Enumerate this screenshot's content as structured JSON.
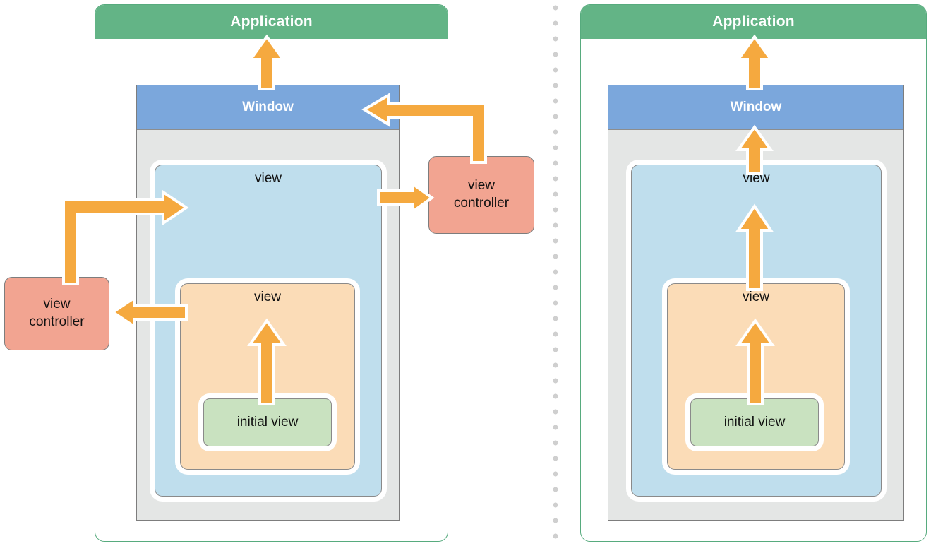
{
  "diagram": {
    "title_text_app": "Application",
    "title_text_window": "Window",
    "colors": {
      "app_green": "#63b486",
      "app_border_green": "#57ab7e",
      "window_blue": "#7ba7dc",
      "window_gray": "#e4e6e5",
      "view_blue": "#bfdeed",
      "view_peach": "#fbdcb7",
      "initial_view_green": "#c9e2c0",
      "view_controller_salmon": "#f2a491",
      "arrow_orange": "#f5a93f",
      "divider_dot_gray": "#cfcfcf",
      "box_border_gray": "#7d7d7d",
      "text_dark": "#111111",
      "text_light": "#ffffff"
    }
  },
  "left_panel": {
    "name": "storyboard-with-view-controllers",
    "application_label": "Application",
    "window_label": "Window",
    "outer_view_label": "view",
    "inner_view_label": "view",
    "initial_view_label": "initial view",
    "view_controller_left": {
      "line1": "view",
      "line2": "controller"
    },
    "view_controller_right": {
      "line1": "view",
      "line2": "controller"
    },
    "arrows": [
      {
        "id": "window-to-application",
        "direction": "up",
        "from": "Window",
        "to": "Application"
      },
      {
        "id": "right-view-controller-to-window",
        "direction": "left",
        "from": "view controller",
        "to": "Window"
      },
      {
        "id": "outer-view-to-right-view-controller",
        "direction": "right",
        "from": "view",
        "to": "view controller"
      },
      {
        "id": "left-view-controller-to-outer-view",
        "direction": "right",
        "from": "view controller",
        "to": "view"
      },
      {
        "id": "inner-view-to-left-view-controller",
        "direction": "left",
        "from": "view",
        "to": "view controller"
      },
      {
        "id": "initial-view-to-inner-view",
        "direction": "up",
        "from": "initial view",
        "to": "view"
      }
    ]
  },
  "right_panel": {
    "name": "view-hierarchy-without-view-controllers",
    "application_label": "Application",
    "window_label": "Window",
    "outer_view_label": "view",
    "inner_view_label": "view",
    "initial_view_label": "initial view",
    "arrows": [
      {
        "id": "window-to-application",
        "direction": "up",
        "from": "Window",
        "to": "Application"
      },
      {
        "id": "outer-view-to-window",
        "direction": "up",
        "from": "view",
        "to": "Window"
      },
      {
        "id": "inner-view-to-outer-view",
        "direction": "up",
        "from": "view",
        "to": "view"
      },
      {
        "id": "initial-view-to-inner-view",
        "direction": "up",
        "from": "initial view",
        "to": "view"
      }
    ]
  }
}
